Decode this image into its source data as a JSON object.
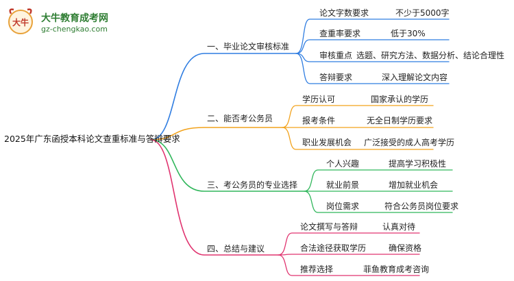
{
  "logo": {
    "title": "大牛教育成考网",
    "url": "gz-chengkao.com",
    "mark_text": "大牛"
  },
  "root": {
    "label": "2025年广东函授本科论文查重标准与答辩要求"
  },
  "colors": {
    "branch1": "#2f7de1",
    "branch2": "#f2a21b",
    "branch3": "#2fb65a",
    "branch4": "#e0336f"
  },
  "branches": [
    {
      "label": "一、毕业论文审核标准",
      "items": [
        {
          "key": "论文字数要求",
          "value": "不少于5000字"
        },
        {
          "key": "查重率要求",
          "value": "低于30%"
        },
        {
          "key": "审核重点",
          "value": "选题、研究方法、数据分析、结论合理性"
        },
        {
          "key": "答辩要求",
          "value": "深入理解论文内容"
        }
      ]
    },
    {
      "label": "二、能否考公务员",
      "items": [
        {
          "key": "学历认可",
          "value": "国家承认的学历"
        },
        {
          "key": "报考条件",
          "value": "无全日制学历要求"
        },
        {
          "key": "职业发展机会",
          "value": "广泛接受的成人高考学历"
        }
      ]
    },
    {
      "label": "三、考公务员的专业选择",
      "items": [
        {
          "key": "个人兴趣",
          "value": "提高学习积极性"
        },
        {
          "key": "就业前景",
          "value": "增加就业机会"
        },
        {
          "key": "岗位需求",
          "value": "符合公务员岗位要求"
        }
      ]
    },
    {
      "label": "四、总结与建议",
      "items": [
        {
          "key": "论文撰写与答辩",
          "value": "认真对待"
        },
        {
          "key": "合法途径获取学历",
          "value": "确保资格"
        },
        {
          "key": "推荐选择",
          "value": "菲鱼教育成考咨询"
        }
      ]
    }
  ]
}
